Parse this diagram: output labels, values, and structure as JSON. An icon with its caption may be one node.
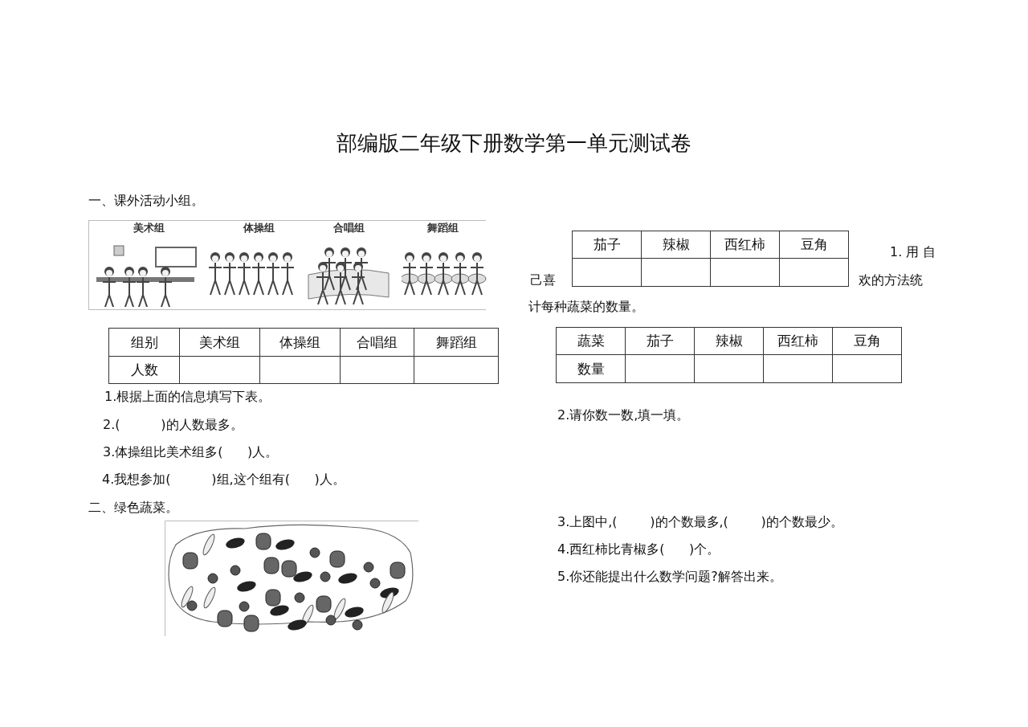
{
  "diagram": {
    "title": "部编版二年级下册数学第一单元测试卷",
    "labels": [
      "一、课外活动小组。",
      "美术组",
      "体操组",
      "合唱组",
      "舞蹈组",
      "组别",
      "美术组",
      "体操组",
      "合唱组",
      "舞蹈组",
      "人数",
      "1.根据上面的信息填写下表。",
      "2.(          )的人数最多。",
      "3.体操组比美术组多(      )人。",
      "4.我想参加(          )组,这个组有(      )人。",
      "二、绿色蔬菜。",
      "茄子",
      "辣椒",
      "西红柿",
      "豆角",
      "1. 用 自",
      "己喜",
      "欢的方法统",
      "计每种蔬菜的数量。",
      "蔬菜",
      "茄子",
      "辣椒",
      "西红柿",
      "豆角",
      "数量",
      "2.请你数一数,填一填。",
      "3.上图中,(        )的个数最多,(        )的个数最少。",
      "4.西红柿比青椒多(      )个。",
      "5.你还能提出什么数学问题?解答出来。"
    ]
  }
}
